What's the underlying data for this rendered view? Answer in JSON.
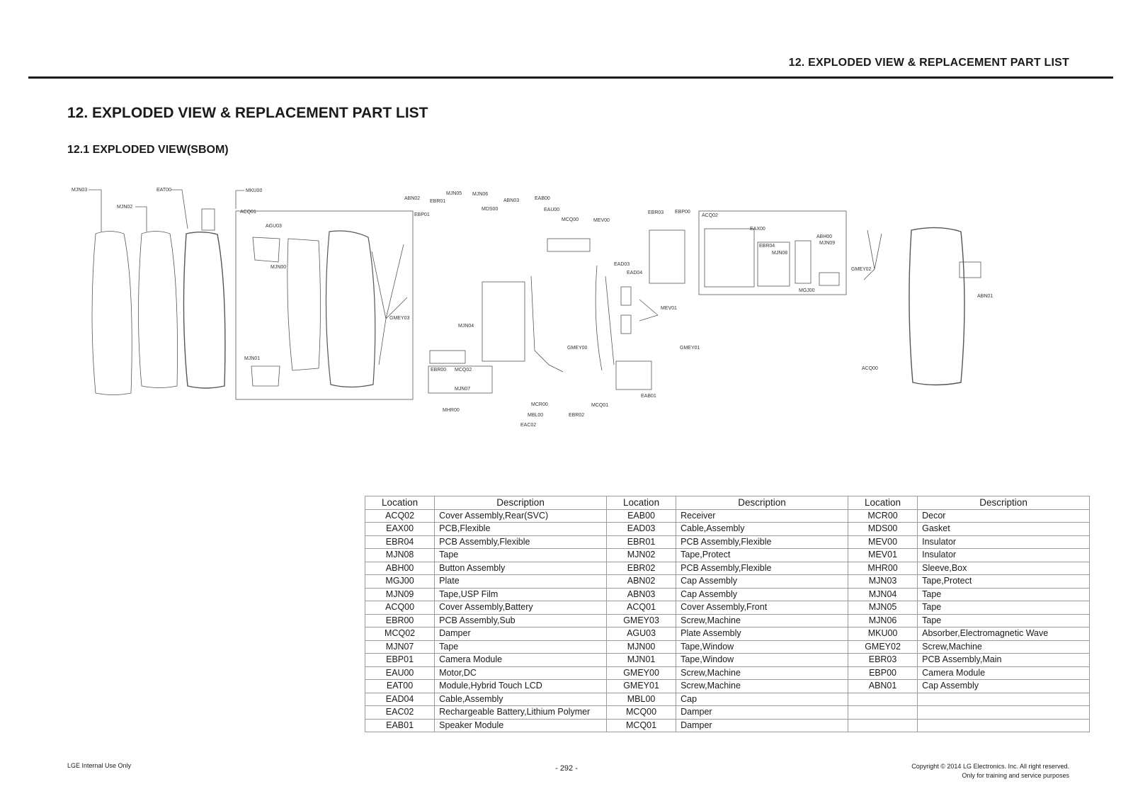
{
  "header": {
    "running_title": "12. EXPLODED VIEW & REPLACEMENT PART LIST",
    "page_title": "12. EXPLODED VIEW & REPLACEMENT PART LIST",
    "section_title": "12.1 EXPLODED VIEW(SBOM)"
  },
  "diagram": {
    "labels": {
      "MJN03": "MJN03",
      "MJN02": "MJN02",
      "EAT00": "EAT00",
      "MKU00": "MKU00",
      "ACQ01": "ACQ01",
      "AGU03": "AGU03",
      "MJN00": "MJN00",
      "MJN01": "MJN01",
      "GMEY03": "GMEY03",
      "ABN02": "ABN02",
      "EBR01": "EBR01",
      "MJN05": "MJN05",
      "MJN06": "MJN06",
      "MDS00": "MDS00",
      "ABN03": "ABN03",
      "EAB00": "EAB00",
      "EAU00": "EAU00",
      "MCQ00": "MCQ00",
      "MEV00": "MEV00",
      "EBP01": "EBP01",
      "MJN04": "MJN04",
      "EBR00": "EBR00",
      "MCQ02": "MCQ02",
      "MJN07": "MJN07",
      "MHR00": "MHR00",
      "MCR00": "MCR00",
      "MBL00": "MBL00",
      "EAC02": "EAC02",
      "EBR02": "EBR02",
      "GMEY00": "GMEY00",
      "MCQ01": "MCQ01",
      "EAD03": "EAD03",
      "EAD04": "EAD04",
      "MEV01": "MEV01",
      "GMEY01": "GMEY01",
      "EAB01": "EAB01",
      "EBR03": "EBR03",
      "EBP00": "EBP00",
      "ACQ02": "ACQ02",
      "EAX00": "EAX00",
      "EBR04": "EBR04",
      "MJN08": "MJN08",
      "ABH00": "ABH00",
      "MJN09": "MJN09",
      "MGJ00": "MGJ00",
      "GMEY02": "GMEY02",
      "ABN01": "ABN01",
      "ACQ00": "ACQ00"
    }
  },
  "table": {
    "headers": [
      "Location",
      "Description",
      "Location",
      "Description",
      "Location",
      "Description"
    ],
    "rows": [
      [
        "ACQ02",
        "Cover Assembly,Rear(SVC)",
        "EAB00",
        "Receiver",
        "MCR00",
        "Decor"
      ],
      [
        "EAX00",
        "PCB,Flexible",
        "EAD03",
        "Cable,Assembly",
        "MDS00",
        "Gasket"
      ],
      [
        "EBR04",
        "PCB Assembly,Flexible",
        "EBR01",
        "PCB Assembly,Flexible",
        "MEV00",
        "Insulator"
      ],
      [
        "MJN08",
        "Tape",
        "MJN02",
        "Tape,Protect",
        "MEV01",
        "Insulator"
      ],
      [
        "ABH00",
        "Button Assembly",
        "EBR02",
        "PCB Assembly,Flexible",
        "MHR00",
        "Sleeve,Box"
      ],
      [
        "MGJ00",
        "Plate",
        "ABN02",
        "Cap Assembly",
        "MJN03",
        "Tape,Protect"
      ],
      [
        "MJN09",
        "Tape,USP Film",
        "ABN03",
        "Cap Assembly",
        "MJN04",
        "Tape"
      ],
      [
        "ACQ00",
        "Cover Assembly,Battery",
        "ACQ01",
        "Cover Assembly,Front",
        "MJN05",
        "Tape"
      ],
      [
        "EBR00",
        "PCB Assembly,Sub",
        "GMEY03",
        "Screw,Machine",
        "MJN06",
        "Tape"
      ],
      [
        "MCQ02",
        "Damper",
        "AGU03",
        "Plate Assembly",
        "MKU00",
        "Absorber,Electromagnetic Wave"
      ],
      [
        "MJN07",
        "Tape",
        "MJN00",
        "Tape,Window",
        "GMEY02",
        "Screw,Machine"
      ],
      [
        "EBP01",
        "Camera Module",
        "MJN01",
        "Tape,Window",
        "EBR03",
        "PCB Assembly,Main"
      ],
      [
        "EAU00",
        "Motor,DC",
        "GMEY00",
        "Screw,Machine",
        "EBP00",
        "Camera Module"
      ],
      [
        "EAT00",
        "Module,Hybrid Touch LCD",
        "GMEY01",
        "Screw,Machine",
        "ABN01",
        "Cap Assembly"
      ],
      [
        "EAD04",
        "Cable,Assembly",
        "MBL00",
        "Cap",
        "",
        ""
      ],
      [
        "EAC02",
        "Rechargeable Battery,Lithium Polymer",
        "MCQ00",
        "Damper",
        "",
        ""
      ],
      [
        "EAB01",
        "Speaker Module",
        "MCQ01",
        "Damper",
        "",
        ""
      ]
    ]
  },
  "footer": {
    "left": "LGE Internal Use Only",
    "page_number": "- 292 -",
    "copyright": "Copyright © 2014 LG Electronics. Inc. All right reserved.",
    "note": "Only for training and service purposes"
  }
}
